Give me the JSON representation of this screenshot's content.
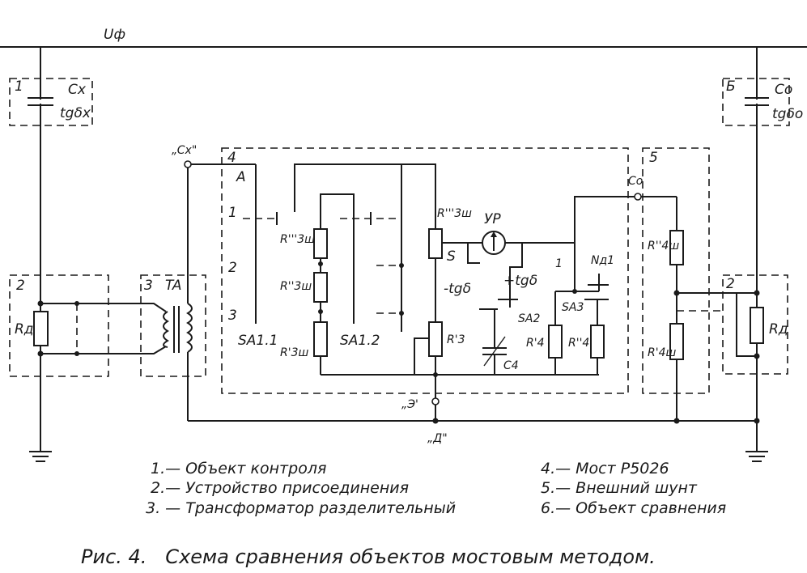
{
  "labels": {
    "supply": "Uф",
    "cx": "Cx",
    "tg_x": "tgδx",
    "co": "Co",
    "tg_o": "tgδo",
    "cx_tap": "„Cx\"",
    "co_tap": "Co",
    "e_tap": "„Э'",
    "d_tap": "„Д\"",
    "ta": "TA",
    "a": "A",
    "sa11": "SA1.1",
    "sa12": "SA1.2",
    "sa2": "SA2",
    "sa3": "SA3",
    "pos1": "1",
    "pos2": "2",
    "pos3": "3",
    "r3w3": "R'''3ш",
    "r3w2": "R''3ш",
    "r3w1": "R'3ш",
    "r3w3_top": "R'''3ш",
    "r3": "R'3",
    "r4": "R'4",
    "r4b": "R''4",
    "r4w2": "R''4ш",
    "r4w1": "R'4ш",
    "rd": "Rд",
    "rg": "Rд",
    "c4": "C4",
    "np": "Nд1",
    "up": "УР",
    "s": "S",
    "minus_tg": "-tgδ",
    "plus_tg": "+tgδ",
    "sw1": "1"
  },
  "blocks": {
    "b1": "1",
    "b2": "2",
    "b3": "3",
    "b4": "4",
    "b5": "5",
    "b6": "Б",
    "b2r": "2"
  },
  "legend": [
    "1.— Объект контроля",
    "2.— Устройство присоединения",
    "3. — Трансформатор разделительный",
    "4.— Мост Р5026",
    "5.— Внешний шунт",
    "6.— Объект сравнения"
  ],
  "caption": "Рис. 4.   Схема сравнения объектов мостовым методом."
}
